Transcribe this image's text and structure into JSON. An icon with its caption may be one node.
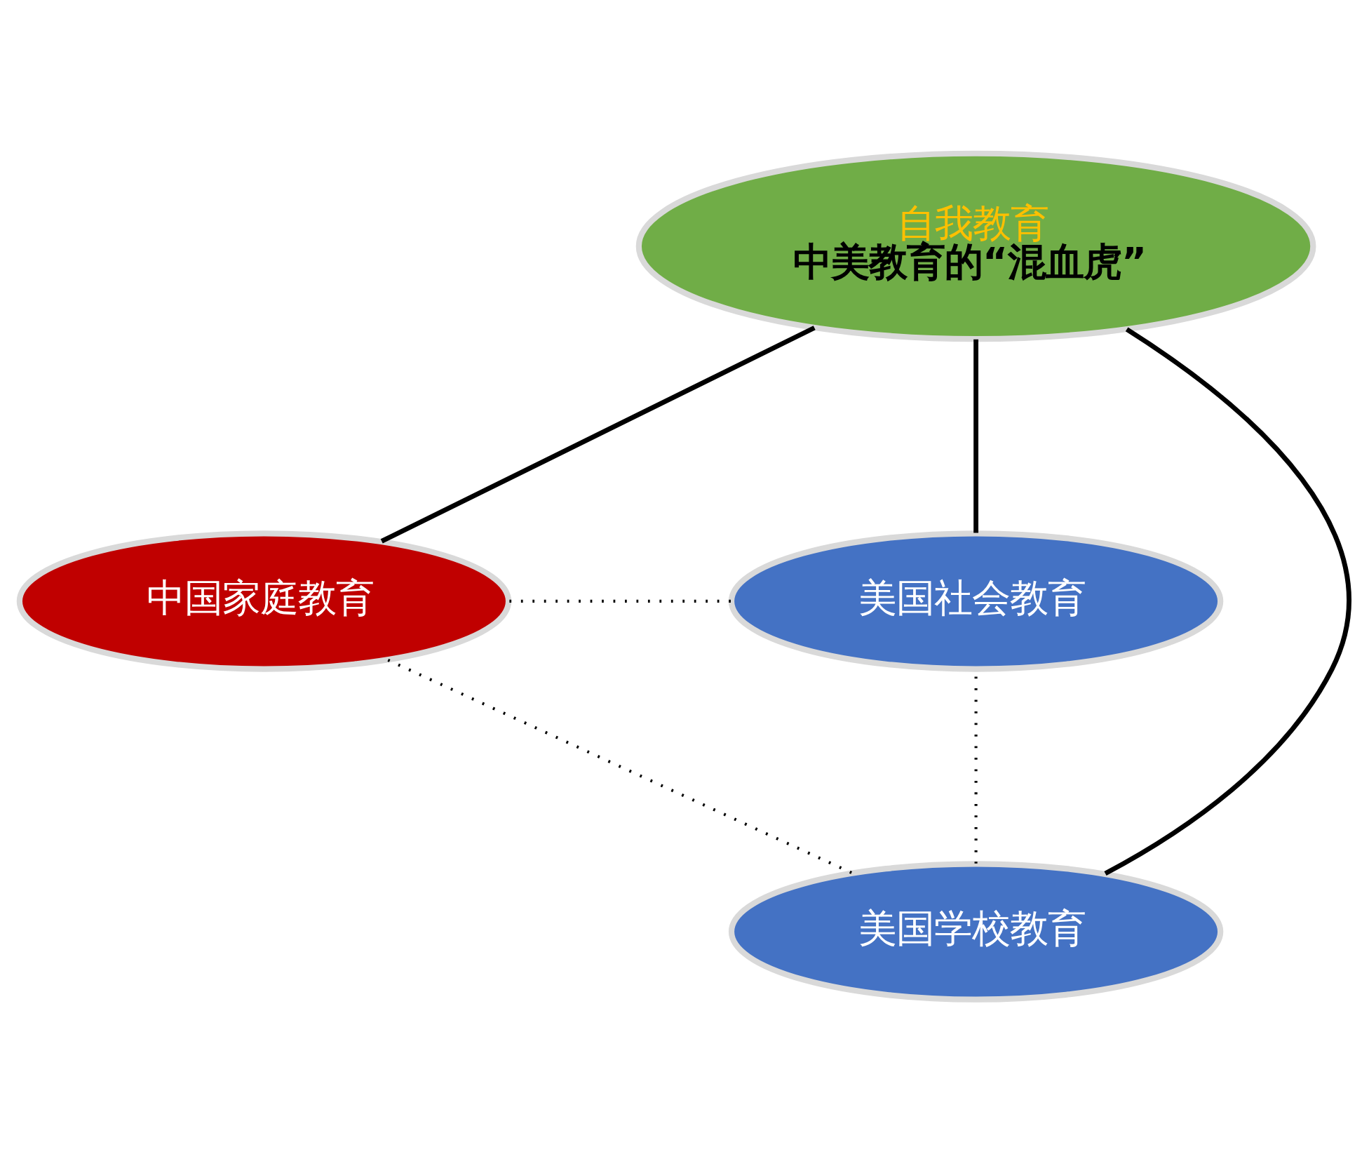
{
  "diagram": {
    "nodes": [
      {
        "text": [
          "自我教育",
          "中美教育的“混血虎”"
        ]
      },
      {
        "text": [
          "中国家庭教育"
        ]
      },
      {
        "text": [
          "美国社会教育"
        ]
      },
      {
        "text": [
          "美国学校教育"
        ]
      }
    ],
    "edges": [
      {
        "from": 0,
        "to": 1,
        "arrow": "none"
      },
      {
        "from": 0,
        "to": 3,
        "arrow": "none"
      },
      {
        "from": 0,
        "to": 2,
        "arrow": "none"
      },
      {
        "from": 1,
        "to": 2,
        "arrow": "none",
        "style": "dashed"
      },
      {
        "from": 1,
        "to": 3,
        "arrow": "none",
        "style": "dashed"
      },
      {
        "from": 3,
        "to": 2,
        "arrow": "none",
        "style": "dashed"
      }
    ]
  }
}
